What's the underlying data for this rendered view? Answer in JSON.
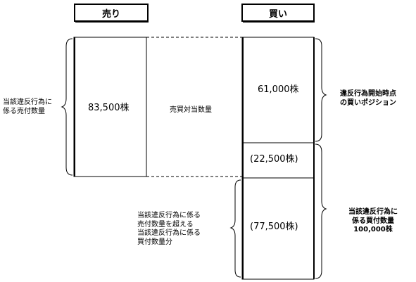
{
  "headers": {
    "sell": "売り",
    "buy": "買い"
  },
  "boxes": {
    "sell_qty": "83,500株",
    "matched": "売買対当数量",
    "buy_position": "61,000株",
    "buy_middle": "(22,500株)",
    "buy_excess": "(77,500株)"
  },
  "annotations": {
    "left_sell": [
      "当該違反行為に",
      "係る売付数量"
    ],
    "right_position": [
      "違反行為開始時点",
      "の買いポジション"
    ],
    "right_total": [
      "当該違反行為に",
      "係る買付数量",
      "100,000株"
    ],
    "bottom_excess": [
      "当該違反行為に係る",
      "売付数量を超える",
      "当該違反行為に係る",
      "買付数量分"
    ]
  }
}
